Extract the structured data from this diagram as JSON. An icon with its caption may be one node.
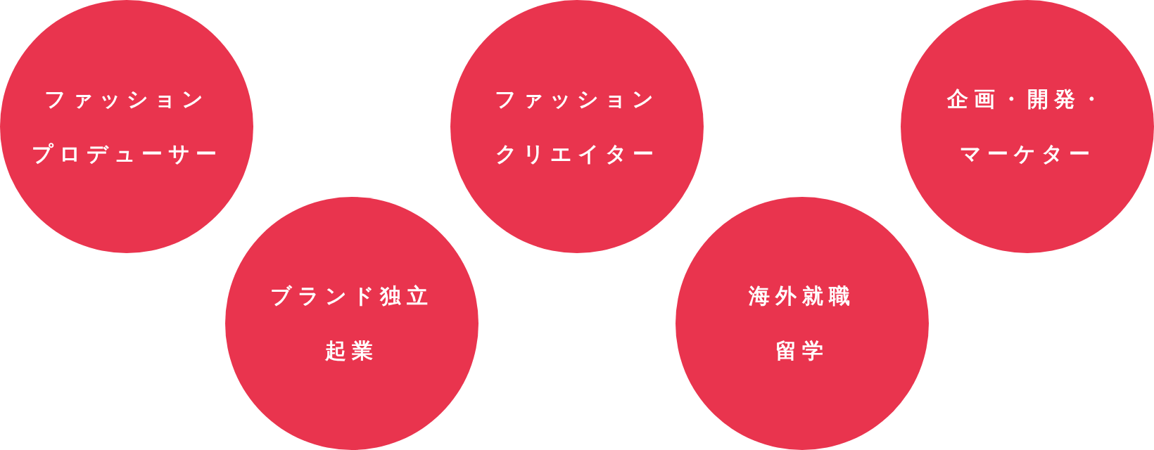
{
  "diagram": {
    "nodes": [
      {
        "text": [
          "ファッションプロデューサー"
        ]
      },
      {
        "text": [
          "ブランド独立起業"
        ]
      },
      {
        "text": [
          "ファッションクリエイター"
        ]
      },
      {
        "text": [
          "海外就職留学"
        ]
      },
      {
        "text": [
          "企画・開発・マーケター"
        ]
      }
    ]
  }
}
